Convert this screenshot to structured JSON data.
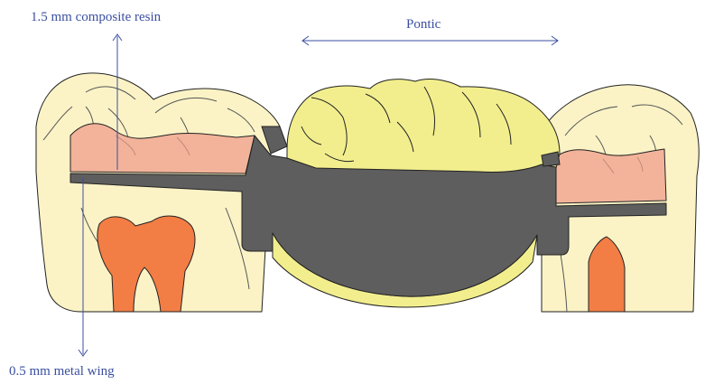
{
  "labels": {
    "composite_resin": "1.5 mm composite resin",
    "pontic": "Pontic",
    "metal_wing": "0.5 mm metal wing"
  },
  "colors": {
    "tooth_cream": "#fbf3c6",
    "resin_pink": "#f2b39a",
    "metal_gray": "#5e5e5e",
    "pontic_yellow": "#f2ee8e",
    "pulp_orange": "#f27d45",
    "annotation_blue": "#3b4fa0",
    "outline": "#222222"
  }
}
